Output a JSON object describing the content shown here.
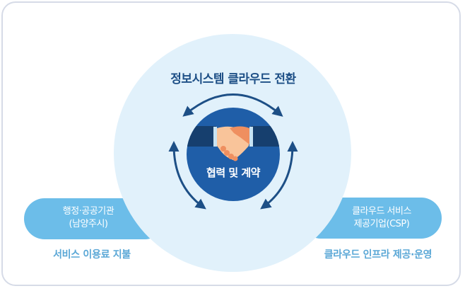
{
  "diagram": {
    "title": "정보시스템 클라우드 전환",
    "center": {
      "label": "협력 및 계약",
      "icon": "handshake-icon"
    },
    "left_party": {
      "name_line1": "행정·공공기관",
      "name_line2": "(남양주시)",
      "role": "서비스 이용료 지불"
    },
    "right_party": {
      "name_line1": "클라우드 서비스",
      "name_line2": "제공기업(CSP)",
      "role": "클라우드 인프라 제공·운영"
    },
    "arrows": [
      "bidirectional-top",
      "bidirectional-left",
      "bidirectional-right"
    ],
    "colors": {
      "outer_circle": "#e1f1fb",
      "inner_circle": "#1f5ea8",
      "sleeve": "#163f6e",
      "pill": "#6cbde9",
      "arrow": "#1d4f86",
      "title": "#1d4f86",
      "caption": "#5aa7d6",
      "border": "#d6dbe7"
    }
  }
}
